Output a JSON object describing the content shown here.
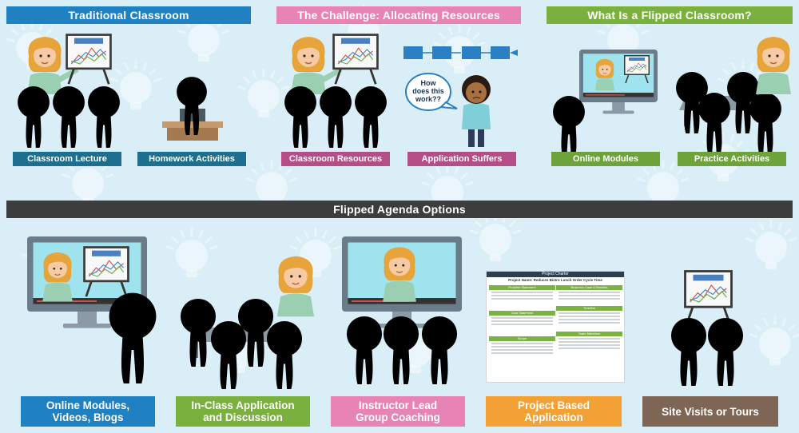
{
  "headers": {
    "traditional": "Traditional Classroom",
    "challenge": "The Challenge: Allocating Resources",
    "flipped": "What Is a Flipped Classroom?",
    "agenda": "Flipped Agenda Options"
  },
  "labels": {
    "classroom_lecture": "Classroom Lecture",
    "homework_activities": "Homework Activities",
    "classroom_resources": "Classroom Resources",
    "application_suffers": "Application Suffers",
    "online_modules": "Online Modules",
    "practice_activities": "Practice Activities"
  },
  "bubble": "How\ndoes this\nwork??",
  "options": [
    {
      "label": "Online Modules,\nVideos, Blogs"
    },
    {
      "label": "In-Class Application\nand Discussion"
    },
    {
      "label": "Instructor Lead\nGroup Coaching"
    },
    {
      "label": "Project Based\nApplication"
    },
    {
      "label": "Site Visits or Tours"
    }
  ],
  "doc": {
    "title": "Project Charter",
    "subtitle": "Project Name: Reduces Bistro Lunch Order Cycle Time",
    "sections": [
      "Problem Statement",
      "Business Case & Benefits",
      "Goal Statement",
      "Timeline",
      "Scope",
      "Team Members"
    ]
  },
  "colors": {
    "blue": "#1f80c2",
    "teal": "#1c6f8e",
    "pink": "#e884b5",
    "mauve": "#b54d86",
    "green": "#7ab03d",
    "dark": "#3d3d3d",
    "orange": "#f2a134",
    "brown": "#7d6656",
    "background": "#d9eef7"
  }
}
